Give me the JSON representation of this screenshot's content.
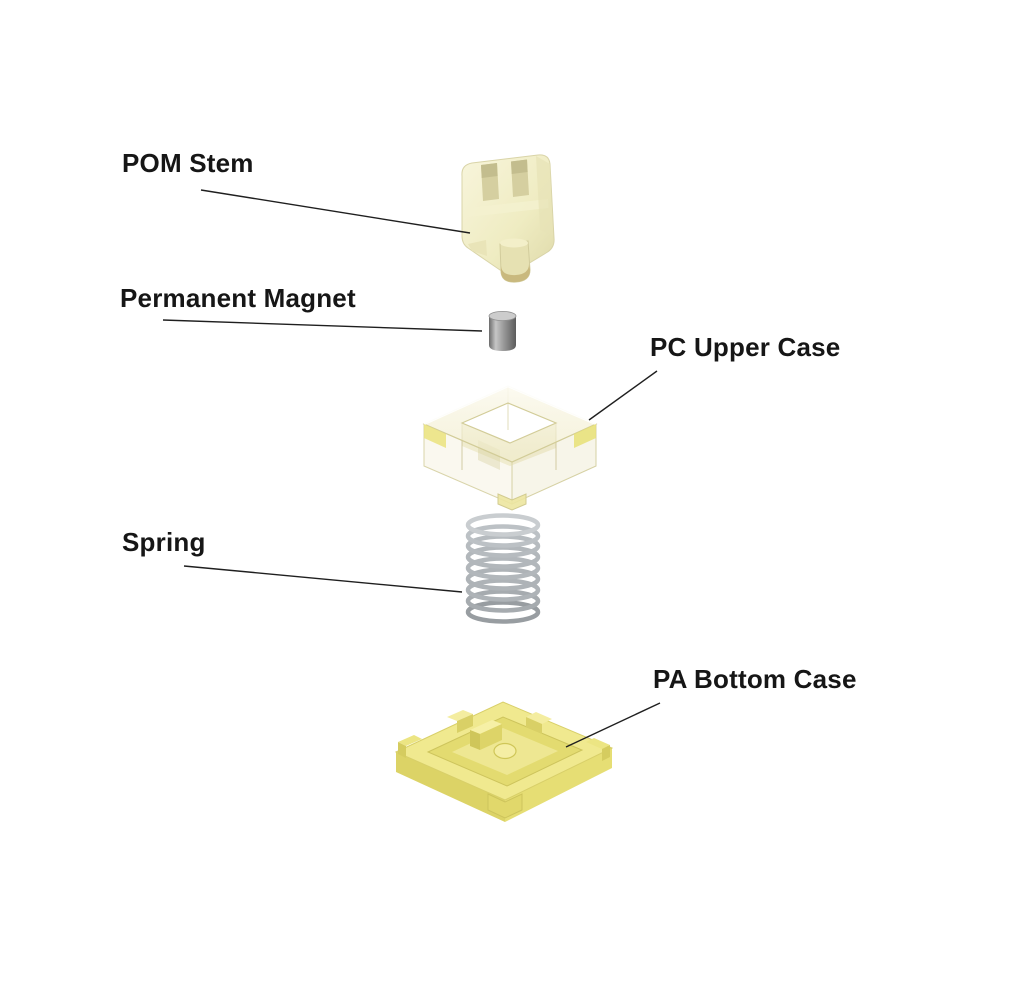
{
  "page": {
    "background": "#ffffff"
  },
  "diagram": {
    "type": "exploded-parts-diagram",
    "subject": "mechanical keyboard magnetic switch components",
    "parts": [
      {
        "id": "stem",
        "label": "POM Stem"
      },
      {
        "id": "magnet",
        "label": "Permanent Magnet"
      },
      {
        "id": "upper-case",
        "label": "PC Upper Case"
      },
      {
        "id": "spring",
        "label": "Spring"
      },
      {
        "id": "bottom-case",
        "label": "PA Bottom Case"
      }
    ],
    "colors": {
      "label_text": "#161616",
      "leader_line": "#1f1f1f",
      "stem_cream": "#efecc2",
      "magnet_gray": "#989898",
      "upper_case_tint": "#eae37d",
      "spring_silver": "#aeb3b7",
      "bottom_case_yellow": "#f0e98f"
    }
  }
}
